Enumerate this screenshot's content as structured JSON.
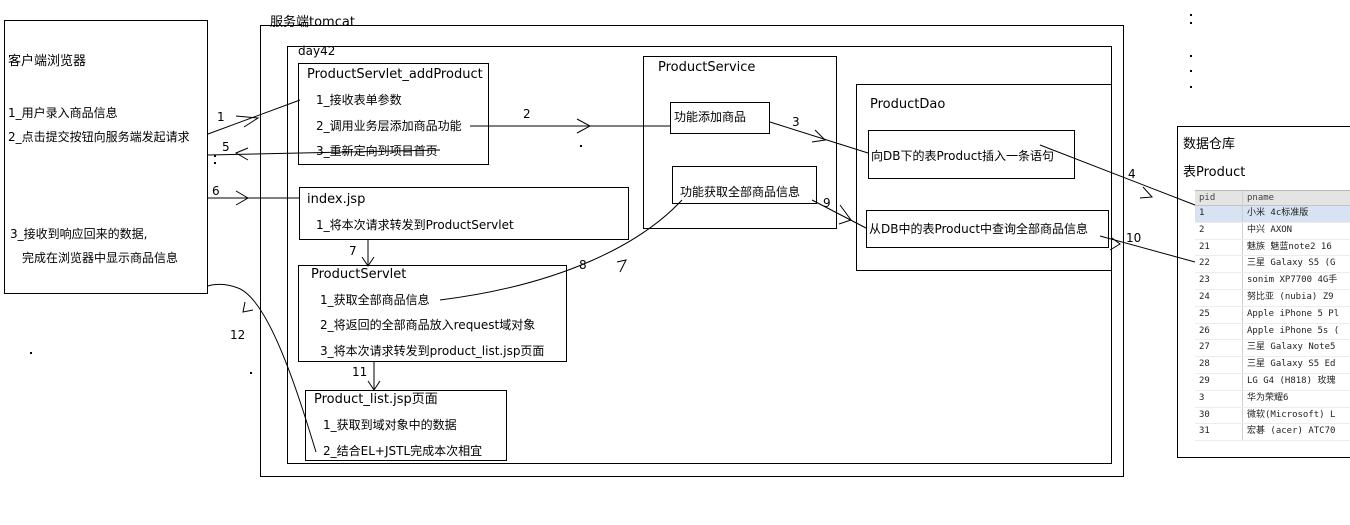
{
  "client": {
    "title": "客户端浏览器",
    "line1": "1_用户录入商品信息",
    "line2": "2_点击提交按钮向服务端发起请求",
    "line3": "3_接收到响应回来的数据,",
    "line4": "完成在浏览器中显示商品信息"
  },
  "server": {
    "title": "服务端tomcat",
    "project": "day42"
  },
  "servlet_add": {
    "title": "ProductServlet_addProduct",
    "line1": "1_接收表单参数",
    "line2": "2_调用业务层添加商品功能",
    "line3": "3_重新定向到项目首页"
  },
  "index": {
    "title": "index.jsp",
    "line1": "1_将本次请求转发到ProductServlet"
  },
  "servlet": {
    "title": "ProductServlet",
    "line1": "1_获取全部商品信息",
    "line2": "2_将返回的全部商品放入request域对象",
    "line3": "3_将本次请求转发到product_list.jsp页面"
  },
  "list_page": {
    "title": "Product_list.jsp页面",
    "line1": "1_获取到域对象中的数据",
    "line2": "2_结合EL+JSTL完成本次相宜"
  },
  "service": {
    "title": "ProductService",
    "add": "功能添加商品",
    "get_all": "功能获取全部商品信息"
  },
  "dao": {
    "title": "ProductDao",
    "insert": "向DB下的表Product插入一条语句",
    "query": "从DB中的表Product中查询全部商品信息"
  },
  "db": {
    "title": "数据仓库",
    "table_title": "表Product",
    "columns": [
      "pid",
      "pname"
    ],
    "rows": [
      [
        "1",
        "小米 4c标准版"
      ],
      [
        "2",
        "中兴 AXON"
      ],
      [
        "21",
        "魅族 魅蓝note2 16"
      ],
      [
        "22",
        "三星 Galaxy S5 (G"
      ],
      [
        "23",
        "sonim XP7700 4G手"
      ],
      [
        "24",
        "努比亚 (nubia) Z9"
      ],
      [
        "25",
        "Apple iPhone 5 Pl"
      ],
      [
        "26",
        "Apple iPhone 5s ("
      ],
      [
        "27",
        "三星 Galaxy Note5"
      ],
      [
        "28",
        "三星 Galaxy S5 Ed"
      ],
      [
        "29",
        "LG G4 (H818) 玫瑰"
      ],
      [
        "3",
        "华为荣耀6"
      ],
      [
        "30",
        "微软(Microsoft) L"
      ],
      [
        "31",
        "宏碁 (acer) ATC70"
      ]
    ]
  },
  "steps": [
    "1",
    "2",
    "3",
    "4",
    "5",
    "6",
    "7",
    "8",
    "9",
    "10",
    "11",
    "12"
  ]
}
